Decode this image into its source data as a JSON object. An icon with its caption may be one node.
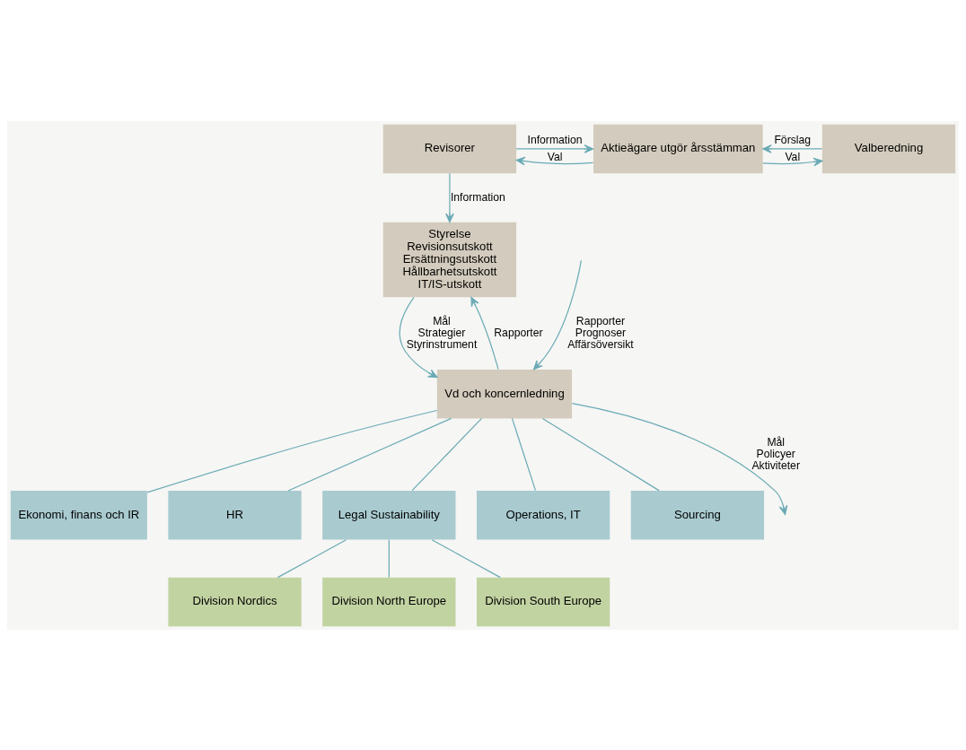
{
  "diagram": {
    "nodes": [
      {
        "text": [
          "Revisorer"
        ]
      },
      {
        "text": [
          "Aktieägare utgör årsstämman"
        ]
      },
      {
        "text": [
          "Valberedning"
        ]
      },
      {
        "text": [
          "Styrelse",
          "Revisionsutskott",
          "Ersättningsutskott",
          "Hållbarhetsutskott",
          "IT/IS-utskott"
        ]
      },
      {
        "text": [
          "Vd och koncernledning"
        ]
      },
      {
        "text": [
          "Ekonomi, finans och IR"
        ]
      },
      {
        "text": [
          "HR"
        ]
      },
      {
        "text": [
          "Legal Sustainability"
        ]
      },
      {
        "text": [
          "Operations, IT"
        ]
      },
      {
        "text": [
          "Sourcing"
        ]
      },
      {
        "text": [
          "Division Nordics"
        ]
      },
      {
        "text": [
          "Division North Europe"
        ]
      },
      {
        "text": [
          "Division South Europe"
        ]
      }
    ],
    "edges": [
      {
        "from": 0,
        "to": 1,
        "arrow": "to",
        "label": "Information"
      },
      {
        "from": 1,
        "to": 0,
        "arrow": "to",
        "label": "Val"
      },
      {
        "from": 2,
        "to": 1,
        "arrow": "to",
        "label": "Förslag"
      },
      {
        "from": 1,
        "to": 2,
        "arrow": "to",
        "label": "Val"
      },
      {
        "from": 0,
        "to": 3,
        "arrow": "to",
        "label": "Information"
      },
      {
        "from": 3,
        "to": 4,
        "arrow": "to",
        "label": "Mål Strategier Styrinstrument"
      },
      {
        "from": 4,
        "to": 3,
        "arrow": "to",
        "label": "Rapporter"
      },
      {
        "from": 4,
        "to": null,
        "arrow": "to",
        "label": "Mål Policyer Aktiviteter"
      },
      {
        "from": null,
        "to": 4,
        "arrow": "to",
        "label": "Rapporter Prognoser Affärsöversikt"
      },
      {
        "from": 4,
        "to": 5,
        "arrow": "none"
      },
      {
        "from": 4,
        "to": 6,
        "arrow": "none"
      },
      {
        "from": 4,
        "to": 7,
        "arrow": "none"
      },
      {
        "from": 4,
        "to": 8,
        "arrow": "none"
      },
      {
        "from": 4,
        "to": 9,
        "arrow": "none"
      },
      {
        "from": 7,
        "to": 10,
        "arrow": "none"
      },
      {
        "from": 7,
        "to": 11,
        "arrow": "none"
      },
      {
        "from": 7,
        "to": 12,
        "arrow": "none"
      }
    ]
  }
}
